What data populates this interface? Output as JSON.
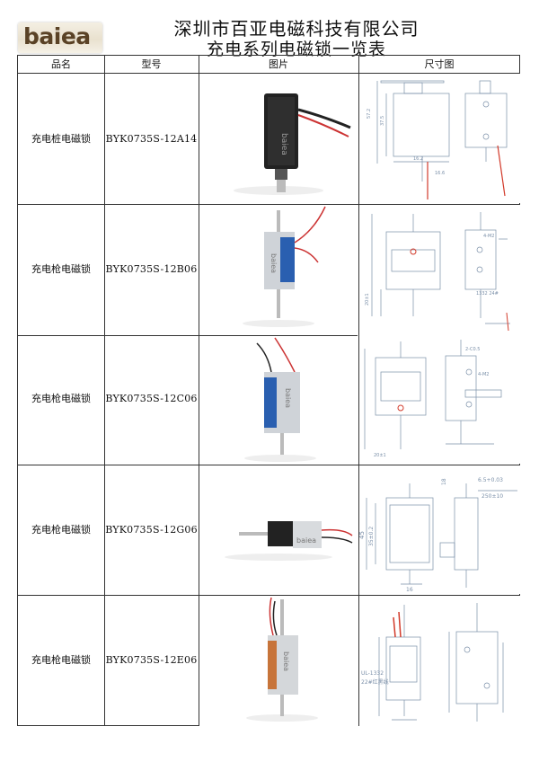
{
  "logo": {
    "text": "baiea"
  },
  "header": {
    "company": "深圳市百亚电磁科技有限公司",
    "title": "充电系列电磁锁一览表"
  },
  "table": {
    "columns": [
      "品名",
      "型号",
      "图片",
      "尺寸图"
    ],
    "rows": [
      {
        "name": "充电桩电磁锁",
        "model": "BYK0735S-12A14",
        "drawing_labels": [
          "57.2",
          "37.5",
          "16.2",
          "16.6"
        ]
      },
      {
        "name": "充电枪电磁锁",
        "model": "BYK0735S-12B06",
        "drawing_labels": [
          "4-M2",
          "1332 24#",
          "20±1"
        ]
      },
      {
        "name": "充电枪电磁锁",
        "model": "BYK0735S-12C06",
        "drawing_labels": [
          "2-C0.5",
          "4-M2",
          "20±1"
        ]
      },
      {
        "name": "充电枪电磁锁",
        "model": "BYK0735S-12G06",
        "drawing_labels": [
          "6.5+0.03",
          "250±10",
          "45",
          "35±0.2",
          "16",
          "18"
        ]
      },
      {
        "name": "充电枪电磁锁",
        "model": "BYK0735S-12E06",
        "drawing_labels": [
          "UL-1332",
          "22#红黑线"
        ]
      }
    ]
  },
  "product_photo_text": "baiea",
  "colors": {
    "border": "#333333",
    "drawing_line": "#5a6a78",
    "accent_red": "#d23a2a",
    "blue_coil": "#2a5fb0"
  }
}
